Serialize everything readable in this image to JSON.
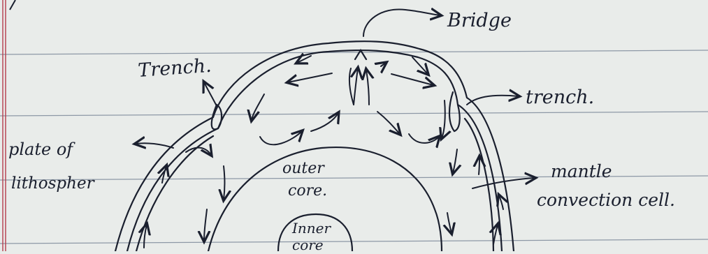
{
  "labels": {
    "bridge": "Bridge",
    "trench_left": "Trench.",
    "trench_right": "trench.",
    "plate_line1": "plate of",
    "plate_line2": "lithospher",
    "outer_core_line1": "outer",
    "outer_core_line2": "core.",
    "inner_core_line1": "Inner",
    "inner_core_line2": "core",
    "mantle_line1": "mantle",
    "mantle_line2": "convection cell."
  },
  "colors": {
    "ink": "#1a1f2e",
    "paper": "#e9ecea",
    "rule_line": "#8d98a6",
    "margin_line": "#b43c4c"
  }
}
